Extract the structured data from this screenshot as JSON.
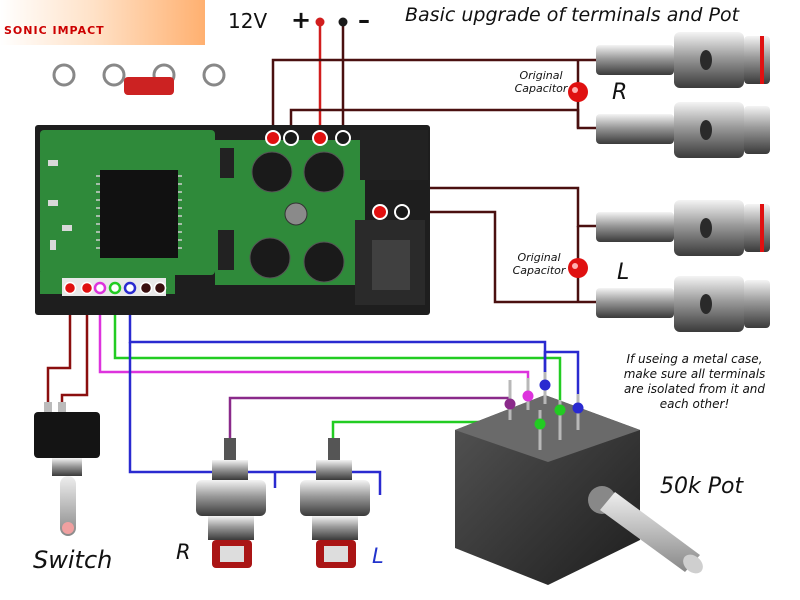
{
  "title": "Basic upgrade of terminals and Pot",
  "power": {
    "voltage": "12V",
    "plus": "+",
    "minus": "–"
  },
  "capacitors": [
    "Original Capacitor",
    "Original Capacitor"
  ],
  "speaker_channels": {
    "right": "R",
    "left": "L"
  },
  "rca_labels": {
    "right": "R",
    "left": "L"
  },
  "note": "If useing a metal case, make sure all terminals are isolated from it and each other!",
  "pot_label": "50k Pot",
  "switch_label": "Switch",
  "brand": "SONIC IMPACT",
  "colors": {
    "wire_red": "#d11d1d",
    "wire_dark": "#4a1010",
    "wire_blue": "#2a2ad0",
    "wire_green": "#22cc22",
    "wire_magenta": "#dd33dd",
    "wire_purple": "#8a2a8a",
    "pcb": "#2f8a3a",
    "terminal_dot_red": "#e01010"
  }
}
